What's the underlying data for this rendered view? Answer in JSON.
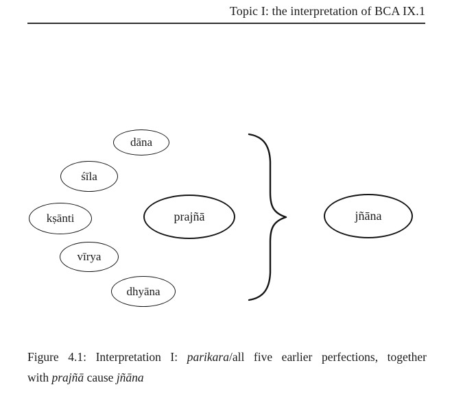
{
  "header": {
    "running_title": "Topic I: the interpretation of BCA IX.1"
  },
  "diagram": {
    "description": "five earlier perfections and prajna braced together causing jnana",
    "nodes": [
      {
        "id": "dana",
        "label": "dāna"
      },
      {
        "id": "sila",
        "label": "śīla"
      },
      {
        "id": "ksanti",
        "label": "kṣānti"
      },
      {
        "id": "virya",
        "label": "vīrya"
      },
      {
        "id": "dhyana",
        "label": "dhyāna"
      },
      {
        "id": "prajna",
        "label": "prajñā"
      },
      {
        "id": "jnana",
        "label": "jñāna"
      }
    ],
    "brace": "right-curly-brace"
  },
  "caption": {
    "figure_label": "Figure 4.1:",
    "line1_prefix": "Figure 4.1: Interpretation I: ",
    "line1_italic": "parikara",
    "line1_suffix": "/all five earlier perfections, together",
    "line2_prefix": "with ",
    "line2_italic1": "prajñā",
    "line2_mid": " cause ",
    "line2_italic2": "jñāna"
  },
  "colors": {
    "text": "#1a1a1a",
    "stroke": "#141414",
    "background": "#ffffff"
  }
}
